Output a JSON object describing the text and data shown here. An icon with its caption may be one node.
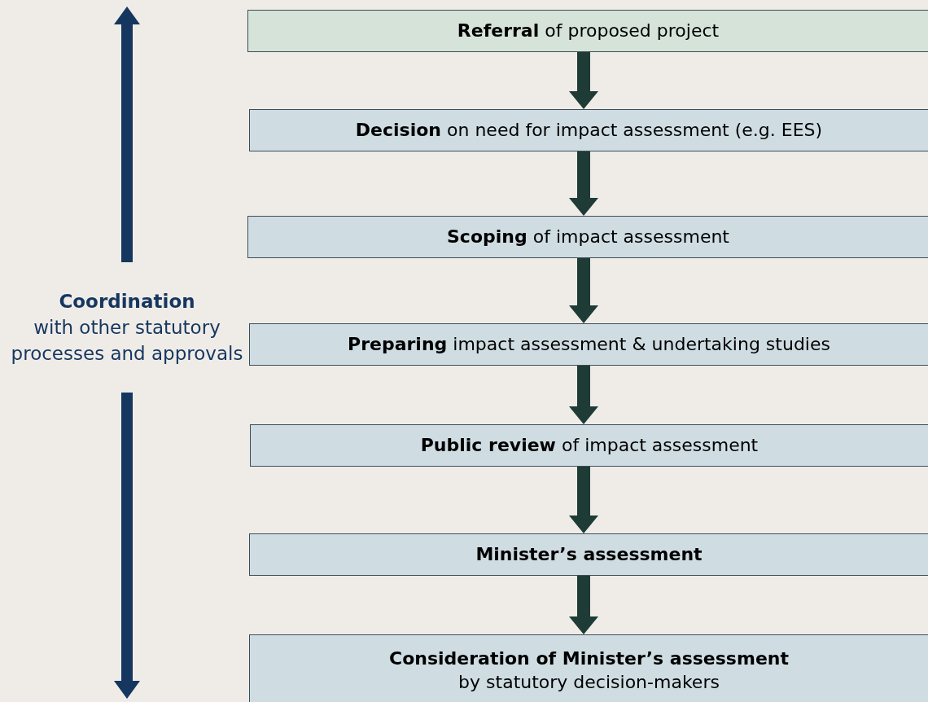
{
  "diagram": {
    "nodes": [
      {
        "text": [
          "**Referral** of proposed project"
        ]
      },
      {
        "text": [
          "**Decision** on need for impact assessment (e.g. EES)"
        ]
      },
      {
        "text": [
          "**Scoping** of impact assessment"
        ]
      },
      {
        "text": [
          "**Preparing** impact assessment & undertaking studies"
        ]
      },
      {
        "text": [
          "**Public review** of impact assessment"
        ]
      },
      {
        "text": [
          "**Minister’s assessment**"
        ]
      },
      {
        "text": [
          "Consideration of Minister’s assessment",
          "by statutory decision-makers"
        ]
      },
      {
        "text": [
          "Coordination",
          "with other statutory processes and approvals"
        ]
      }
    ],
    "edges": [
      {
        "from": 0,
        "to": 1,
        "arrow": "to"
      },
      {
        "from": 1,
        "to": 2,
        "arrow": "to"
      },
      {
        "from": 2,
        "to": 3,
        "arrow": "to"
      },
      {
        "from": 3,
        "to": 4,
        "arrow": "to"
      },
      {
        "from": 4,
        "to": 5,
        "arrow": "to"
      },
      {
        "from": 5,
        "to": 6,
        "arrow": "to"
      },
      {
        "from": 7,
        "to": null,
        "arrow": "to",
        "color": "#15365f"
      },
      {
        "from": 7,
        "to": null,
        "arrow": "to",
        "color": "#15365f"
      }
    ]
  }
}
